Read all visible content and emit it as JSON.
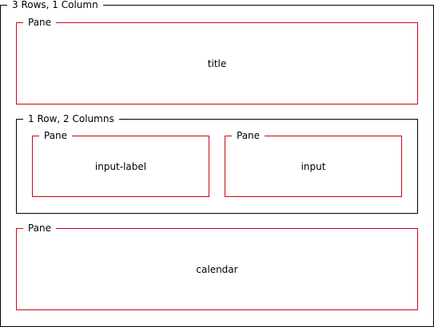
{
  "outer": {
    "legend": "3 Rows, 1 Column"
  },
  "title_pane": {
    "legend": "Pane",
    "label": "title"
  },
  "row_group": {
    "legend": "1 Row, 2 Columns"
  },
  "input_label_pane": {
    "legend": "Pane",
    "label": "input-label"
  },
  "input_pane": {
    "legend": "Pane",
    "label": "input"
  },
  "calendar_pane": {
    "legend": "Pane",
    "label": "calendar"
  },
  "colors": {
    "container_border": "#000000",
    "pane_border": "#d0021b",
    "background": "#ffffff"
  }
}
